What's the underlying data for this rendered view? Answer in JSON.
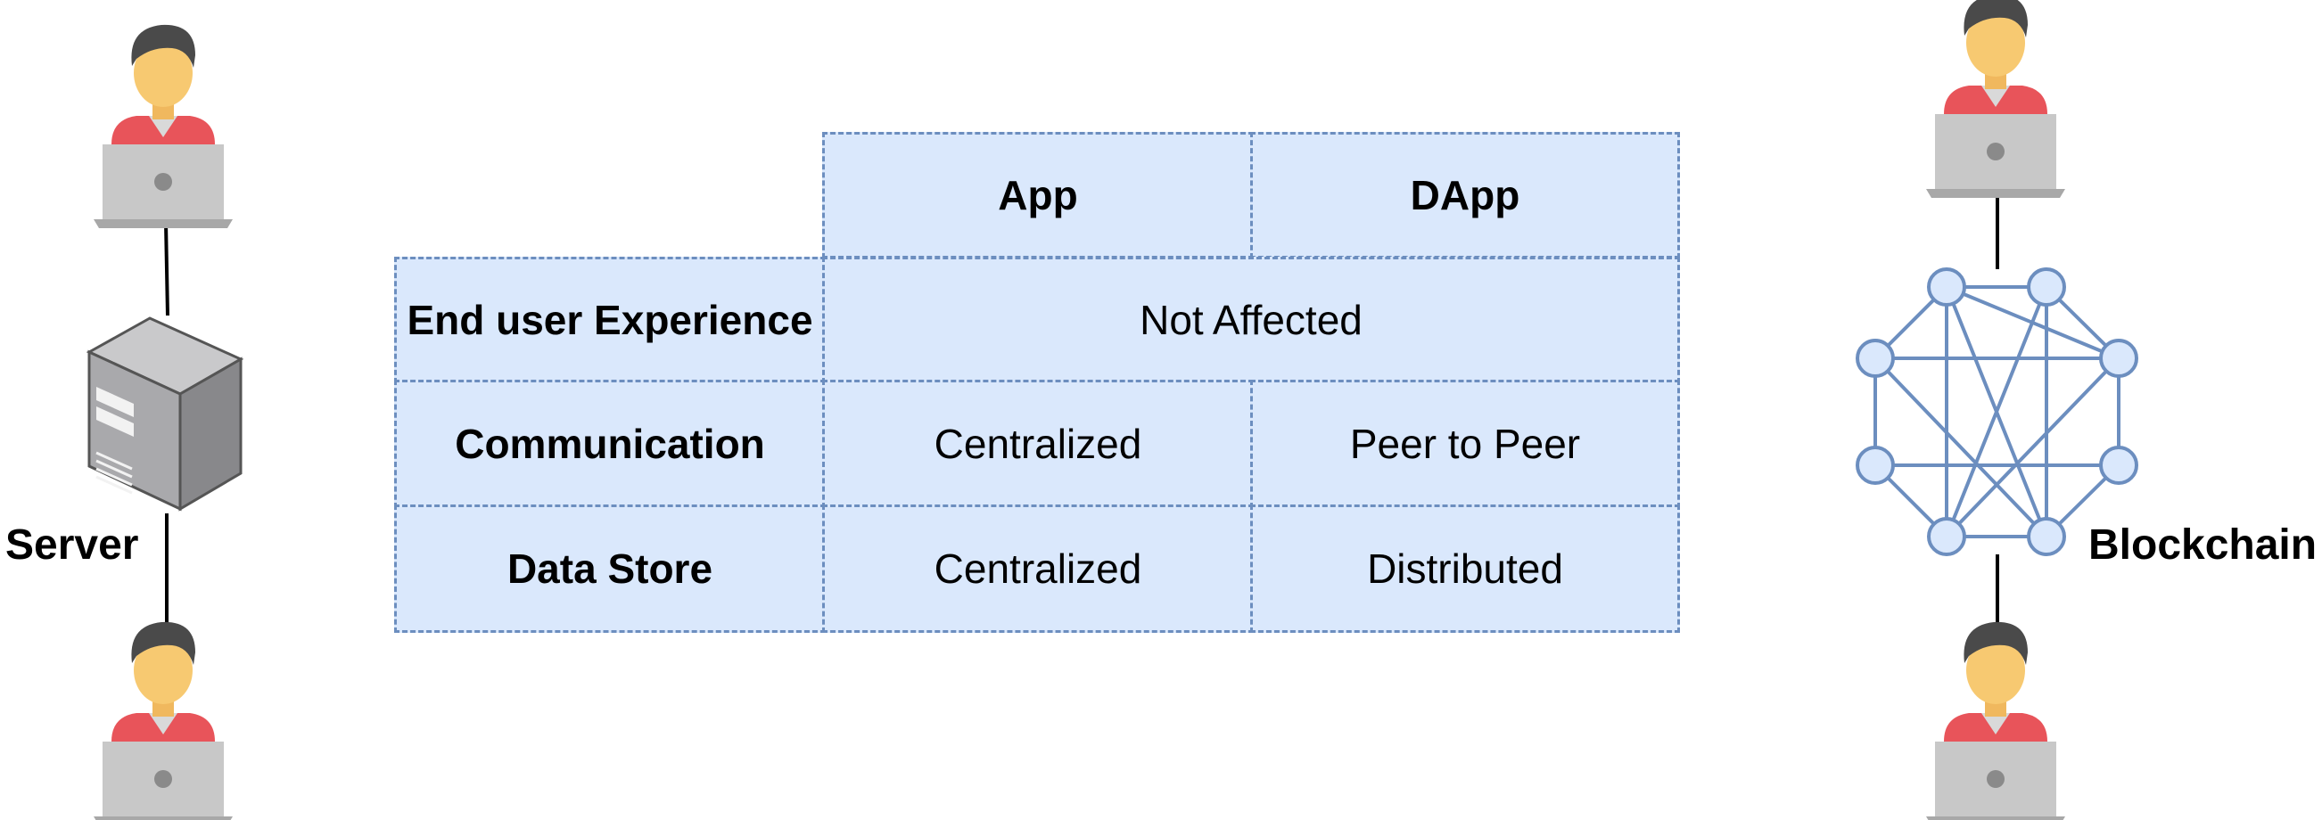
{
  "left_label": "Server",
  "right_label": "Blockchain",
  "table": {
    "columns": [
      "App",
      "DApp"
    ],
    "rows": [
      {
        "label": "End user Experience",
        "shared": "Not Affected"
      },
      {
        "label": "Communication",
        "app": "Centralized",
        "dapp": "Peer to Peer"
      },
      {
        "label": "Data Store",
        "app": "Centralized",
        "dapp": "Distributed"
      }
    ]
  },
  "colors": {
    "cell_fill": "#dae8fc",
    "cell_border": "#6c8ebf",
    "node_fill": "#dae8fc",
    "node_stroke": "#6c8ebf",
    "edge": "#6c8ebf",
    "laptop": "#c8c8c8",
    "shirt": "#e8545a",
    "skin": "#f7c971",
    "hair": "#4a4a4a",
    "server": "#8a8a8d"
  },
  "icons": [
    "user-laptop-icon",
    "server-icon",
    "blockchain-network-icon"
  ]
}
